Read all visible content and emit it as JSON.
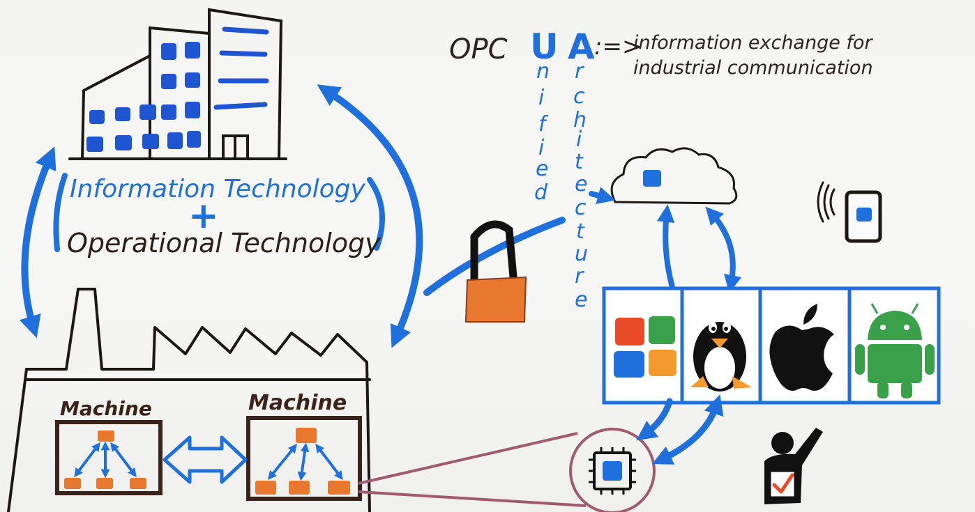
{
  "title": {
    "opc": "OPC",
    "u": "U",
    "a": "A",
    "operator": ":=>",
    "line1": "information exchange for",
    "line2": "industrial communication",
    "unified_letters": [
      "n",
      "i",
      "f",
      "i",
      "e",
      "d"
    ],
    "architecture_letters": [
      "r",
      "c",
      "h",
      "i",
      "t",
      "e",
      "c",
      "t",
      "u",
      "r",
      "e"
    ]
  },
  "labels": {
    "it": "Information Technology",
    "plus": "+",
    "ot": "Operational Technology",
    "machine_left": "Machine",
    "machine_right": "Machine"
  },
  "icons": [
    "office-building-icon",
    "factory-icon",
    "cloud-icon",
    "smartphone-icon",
    "padlock-icon",
    "windows-icon",
    "linux-tux-icon",
    "apple-icon",
    "android-icon",
    "chip-icon",
    "person-check-icon"
  ],
  "colors": {
    "blue": "#1f6fdc",
    "orange": "#e8782e",
    "maroon": "#a05a72",
    "ink": "#2a2420",
    "green": "#3aa04a",
    "red": "#e84a2a"
  }
}
